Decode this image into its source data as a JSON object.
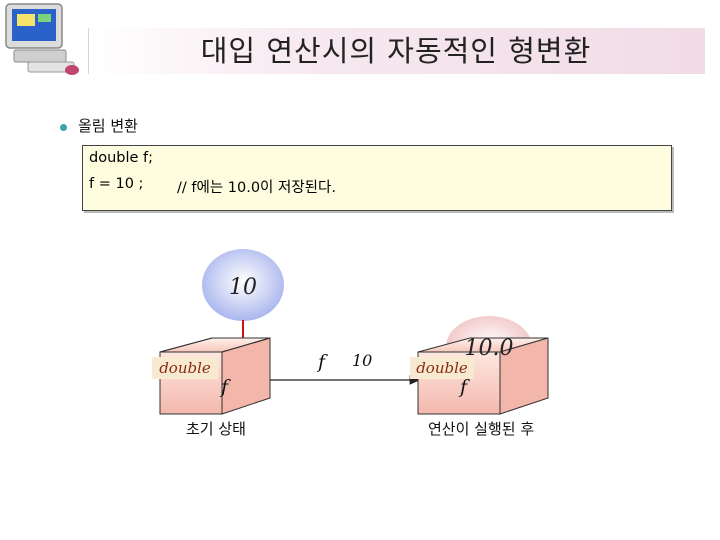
{
  "slide": {
    "title": "대입 연산시의 자동적인 형변환",
    "bullet": "올림 변환"
  },
  "code": {
    "line1": "double f;",
    "line2": "f = 10 ;",
    "comment": "// f에는 10.0이 저장된다."
  },
  "diagram": {
    "initial_value": "10",
    "type_tag_left": "double",
    "var_left": "f",
    "mid_var": "f",
    "mid_value": "10",
    "type_tag_right": "double",
    "var_right": "f",
    "final_value": "10.0",
    "caption_initial": "초기 상태",
    "caption_after": "연산이 실행된 후"
  },
  "colors": {
    "accent_arrow": "#cc1111",
    "bubble_initial": "#bcc7f2",
    "bubble_final": "#f4cccc",
    "box_fill": "#f8cfc6",
    "code_bg": "#fffde0"
  }
}
